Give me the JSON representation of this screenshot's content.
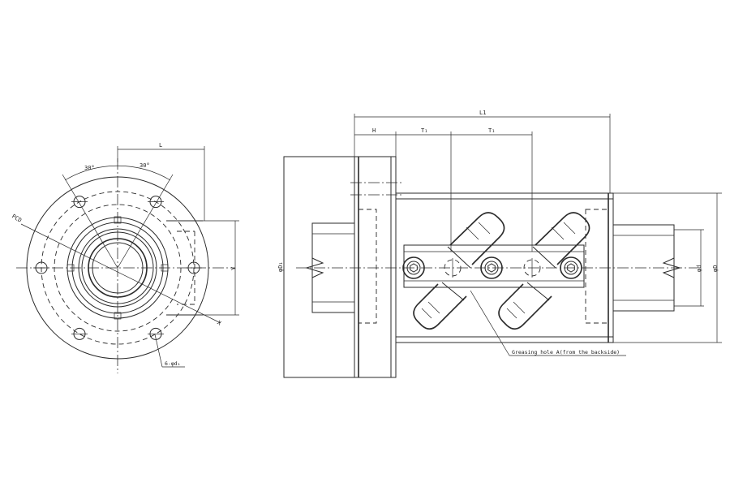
{
  "labels": {
    "pcd": "PCD",
    "angle_left": "30°",
    "angle_right": "30°",
    "dim_top": "L",
    "dim_side": "Y",
    "dim_x": "X",
    "holes": "6-φd₁",
    "overall_length": "L1",
    "flange_thickness": "H",
    "pitch_1": "T₁",
    "pitch_2": "T₁",
    "flange_dia": "φD₁",
    "body_dia": "φD",
    "shaft_dia": "φd",
    "greasing_hole": "Greasing hole A(from the backside)"
  },
  "colors": {
    "line": "#2a2a2a",
    "background": "#ffffff"
  }
}
